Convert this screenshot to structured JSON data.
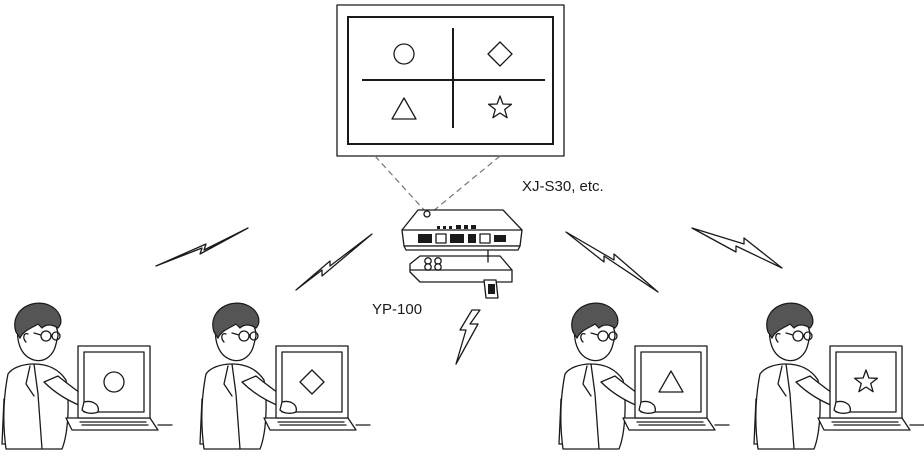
{
  "labels": {
    "projector": "XJ-S30, etc.",
    "adapter": "YP-100"
  },
  "screen_symbols": [
    "circle",
    "diamond",
    "triangle",
    "star"
  ],
  "users": [
    {
      "id": "user-1",
      "screen_symbol": "circle"
    },
    {
      "id": "user-2",
      "screen_symbol": "diamond"
    },
    {
      "id": "user-3",
      "screen_symbol": "triangle"
    },
    {
      "id": "user-4",
      "screen_symbol": "star"
    }
  ],
  "colors": {
    "line": "#1a1a1a",
    "hair": "#555555",
    "background": "#ffffff"
  }
}
